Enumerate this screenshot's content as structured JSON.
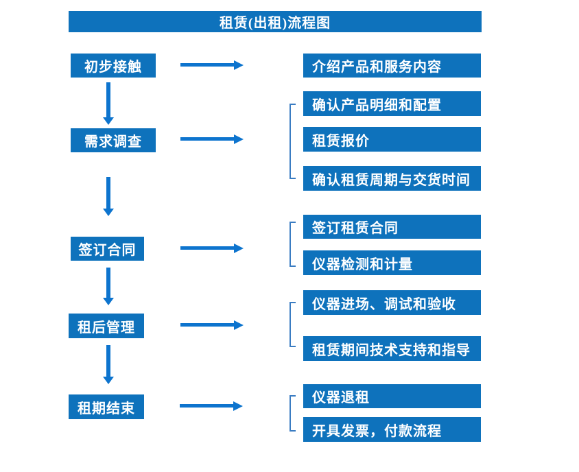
{
  "title": "租赁(出租)流程图",
  "colors": {
    "box_fill": "#0e72bc",
    "arrow": "#0d74ce",
    "bracket": "#3a7cc2",
    "text": "#ffffff",
    "background": "#ffffff"
  },
  "stages": [
    {
      "label": "初步接触",
      "details": [
        "介绍产品和服务内容"
      ]
    },
    {
      "label": "需求调查",
      "details": [
        "确认产品明细和配置",
        "租赁报价",
        "确认租赁周期与交货时间"
      ]
    },
    {
      "label": "签订合同",
      "details": [
        "签订租赁合同",
        "仪器检测和计量"
      ]
    },
    {
      "label": "租后管理",
      "details": [
        "仪器进场、调试和验收",
        "租赁期间技术支持和指导"
      ]
    },
    {
      "label": "租期结束",
      "details": [
        "仪器退租",
        "开具发票，付款流程"
      ]
    }
  ]
}
